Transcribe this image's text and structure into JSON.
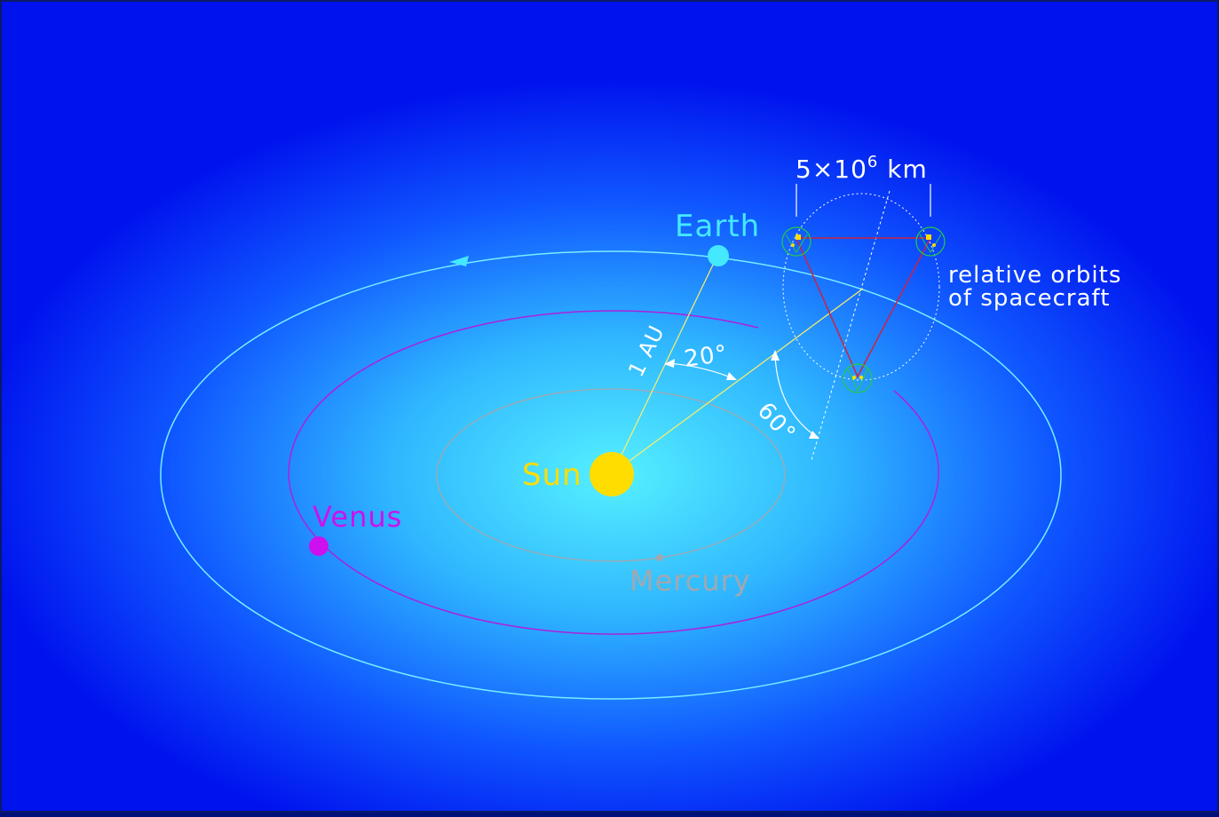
{
  "labels": {
    "sun": "Sun",
    "earth": "Earth",
    "venus": "Venus",
    "mercury": "Mercury",
    "distance_au": "1 AU",
    "trailing_angle": "20°",
    "inclination_angle": "60°",
    "armlength_base": "5×10",
    "armlength_exp": "6",
    "armlength_unit": " km",
    "relative_orbits_line1": "relative orbits",
    "relative_orbits_line2": "of spacecraft"
  },
  "colors": {
    "background_center": "#55eeff",
    "background_edge": "#0010ee",
    "sun": "#ffdd00",
    "earth": "#44e8ff",
    "venus": "#cc11ee",
    "mercury": "#a0a8b0",
    "earth_orbit": "#77eeff",
    "venus_orbit": "#aa22dd",
    "mercury_orbit": "#a0a8b0",
    "triangle": "#cc2244",
    "spacecraft_ring": "#22cc44",
    "annotation": "#ffffff",
    "guide_line": "#ffee66"
  }
}
